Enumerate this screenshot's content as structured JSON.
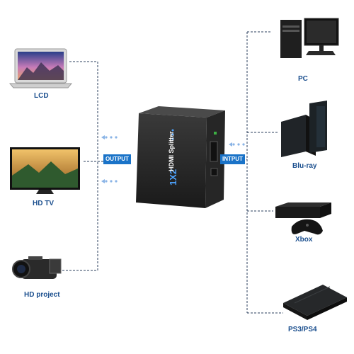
{
  "outputs": [
    {
      "label": "LCD",
      "icon": "laptop-icon"
    },
    {
      "label": "HD TV",
      "icon": "tv-icon"
    },
    {
      "label": "HD project",
      "icon": "camcorder-icon"
    }
  ],
  "inputs": [
    {
      "label": "PC",
      "icon": "desktop-pc-icon"
    },
    {
      "label": "Blu-ray",
      "icon": "game-console-icon"
    },
    {
      "label": "Xbox",
      "icon": "xbox-console-icon"
    },
    {
      "label": "PS3/PS4",
      "icon": "ps-console-icon"
    }
  ],
  "tags": {
    "output": "OUTPUT",
    "input": "INTPUT"
  },
  "device": {
    "model": "1X2",
    "name": "HDMI Splitter",
    "brand_text": "1X2 HDMI Splitter"
  },
  "colors": {
    "label": "#1b4f8e",
    "tag": "#1a73c8",
    "line": "#2b3f5c",
    "device": "#1c1c1c"
  }
}
